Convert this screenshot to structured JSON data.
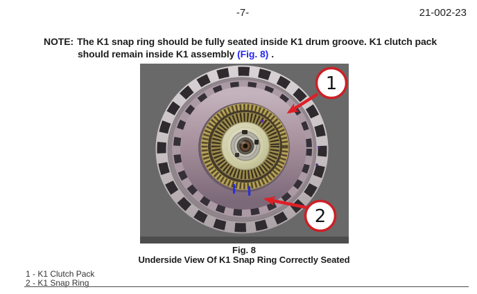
{
  "header": {
    "page_number": "-7-",
    "doc_number": "21-002-23"
  },
  "note": {
    "label": "NOTE:",
    "line1": "The K1 snap ring should be fully seated inside K1 drum groove. K1 clutch pack",
    "line2_pre": "should remain inside K1 assembly",
    "fig_ref": "(Fig. 8)",
    "line2_post": "."
  },
  "figure": {
    "callout_1": "1",
    "callout_2": "2",
    "caption_fig": "Fig. 8",
    "caption_title": "Underside View Of K1 Snap Ring Correctly Seated"
  },
  "legend": {
    "items": [
      {
        "text": "1 - K1 Clutch Pack"
      },
      {
        "text": "2 - K1 Snap Ring"
      }
    ]
  },
  "colors": {
    "fig_ref_blue": "#2626f0",
    "callout_red": "#cb2026",
    "arrow_red": "#de2026",
    "photo_background": "#696969",
    "snap_ring_mark_blue": "#2a2ed8"
  }
}
